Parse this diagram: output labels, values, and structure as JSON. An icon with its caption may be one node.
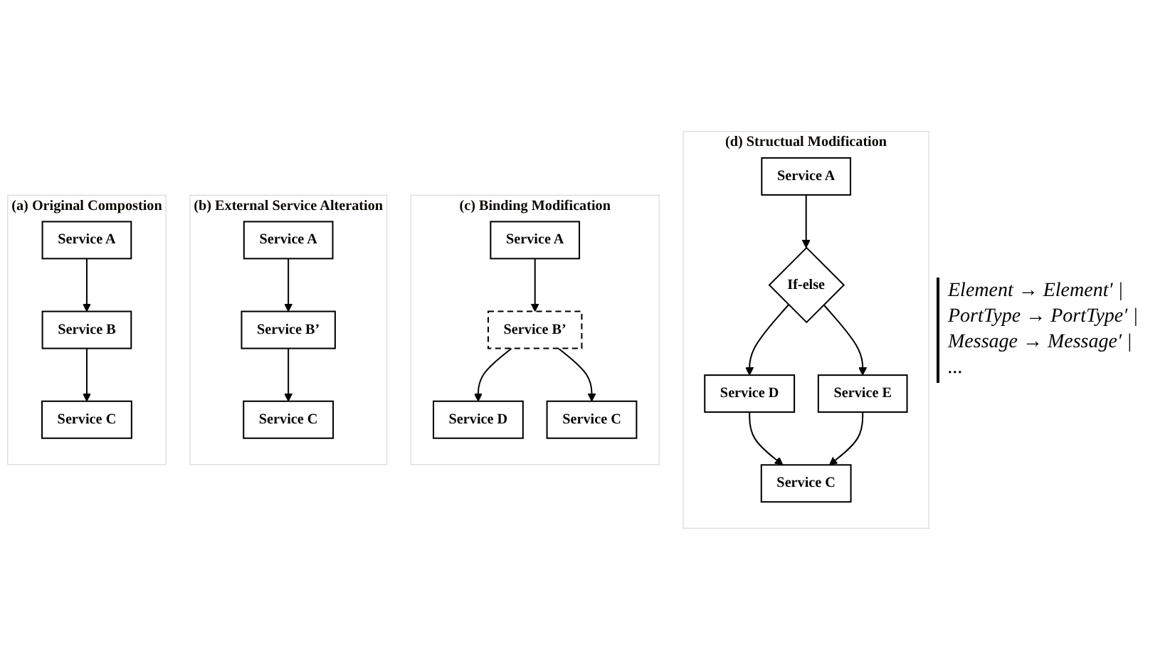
{
  "diagram": {
    "nodes": [
      {
        "text": [
          "(a) Original Compostion"
        ]
      },
      {
        "text": [
          "Service A"
        ],
        "in": 0
      },
      {
        "text": [
          "Service B"
        ],
        "in": 0
      },
      {
        "text": [
          "Service C"
        ],
        "in": 0
      },
      {
        "text": [
          "(b) External Service Alteration"
        ]
      },
      {
        "text": [
          "Service A"
        ],
        "in": 4
      },
      {
        "text": [
          "Service B’"
        ],
        "in": 4
      },
      {
        "text": [
          "Service C"
        ],
        "in": 4
      },
      {
        "text": [
          "(c) Binding Modification"
        ]
      },
      {
        "text": [
          "Service A"
        ],
        "in": 8
      },
      {
        "text": [
          "Service B’"
        ],
        "in": 8
      },
      {
        "text": [
          "Service D"
        ],
        "in": 8
      },
      {
        "text": [
          "Service C"
        ],
        "in": 8
      },
      {
        "text": [
          "(d) Structual Modification"
        ]
      },
      {
        "text": [
          "Service A"
        ],
        "in": 13
      },
      {
        "text": [
          "If-else"
        ],
        "in": 13
      },
      {
        "text": [
          "Service D"
        ],
        "in": 13
      },
      {
        "text": [
          "Service E"
        ],
        "in": 13
      },
      {
        "text": [
          "Service C"
        ],
        "in": 13
      }
    ],
    "edges": [
      {
        "from": 1,
        "to": 2,
        "arrow": "to"
      },
      {
        "from": 2,
        "to": 3,
        "arrow": "to"
      },
      {
        "from": 5,
        "to": 6,
        "arrow": "to"
      },
      {
        "from": 6,
        "to": 7,
        "arrow": "to"
      },
      {
        "from": 9,
        "to": 10,
        "arrow": "to"
      },
      {
        "from": 10,
        "to": 11,
        "arrow": "to"
      },
      {
        "from": 10,
        "to": 12,
        "arrow": "to"
      },
      {
        "from": 14,
        "to": 15,
        "arrow": "to"
      },
      {
        "from": 15,
        "to": 16,
        "arrow": "to"
      },
      {
        "from": 15,
        "to": 17,
        "arrow": "to"
      },
      {
        "from": 16,
        "to": 18,
        "arrow": "to"
      },
      {
        "from": 17,
        "to": 18,
        "arrow": "to"
      }
    ],
    "labels": [
      "Element → Element′ |",
      "PortType → PortType′ |",
      "Message → Message′ |",
      "..."
    ]
  }
}
